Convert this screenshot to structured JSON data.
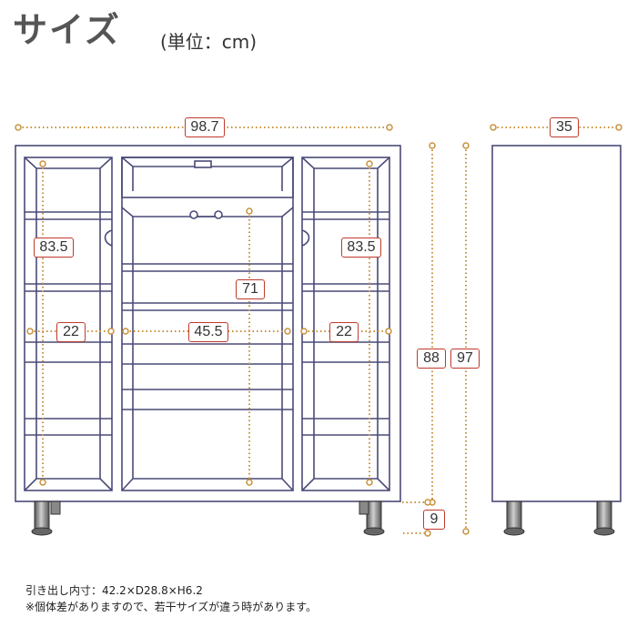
{
  "header": {
    "title": "サイズ",
    "unit": "(単位：cm)"
  },
  "dimensions": {
    "width": "98.7",
    "depth": "35",
    "side_shelf_height_left": "83.5",
    "side_shelf_height_right": "83.5",
    "center_shelf_height": "71",
    "side_width_left": "22",
    "center_width": "45.5",
    "side_width_right": "22",
    "body_height": "88",
    "total_height": "97",
    "leg_height": "9"
  },
  "notes": {
    "drawer_inner": "引き出し内寸：42.2×D28.8×H6.2",
    "disclaimer": "※個体差がありますので、若干サイズが違う時があります。"
  },
  "colors": {
    "outline": "#4a4a78",
    "dimension": "#c9913e",
    "label_border": "#c0392b"
  }
}
